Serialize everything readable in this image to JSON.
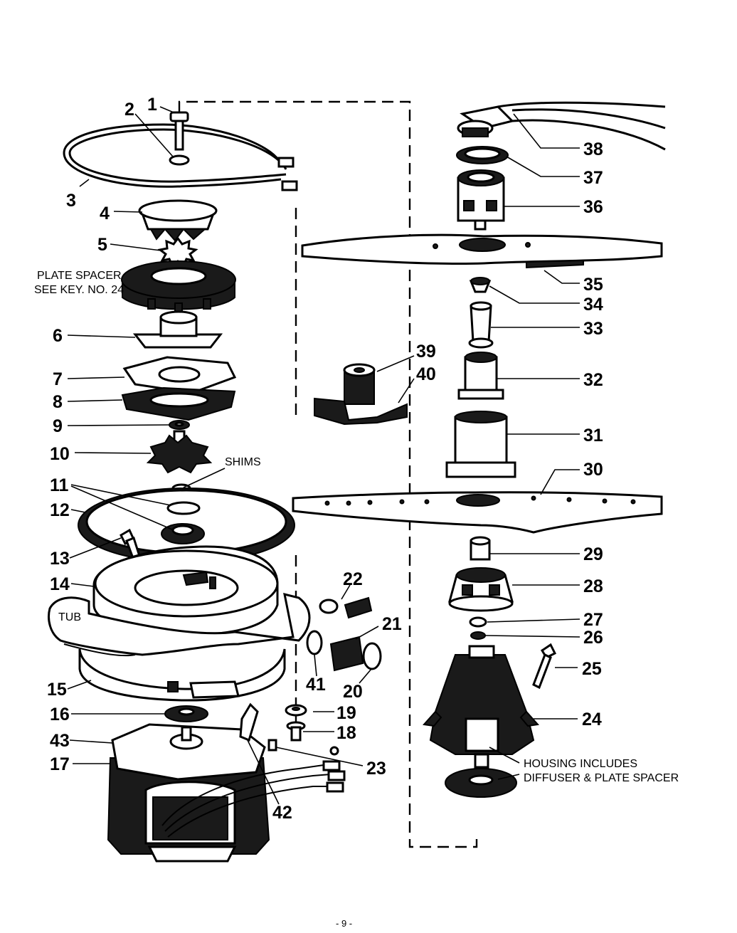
{
  "callouts": {
    "c1": "1",
    "c2": "2",
    "c3": "3",
    "c4": "4",
    "c5": "5",
    "c6": "6",
    "c7": "7",
    "c8": "8",
    "c9": "9",
    "c10": "10",
    "c11": "11",
    "c12": "12",
    "c13": "13",
    "c14": "14",
    "c15": "15",
    "c16": "16",
    "c17": "17",
    "c18": "18",
    "c19": "19",
    "c20": "20",
    "c21": "21",
    "c22": "22",
    "c23": "23",
    "c24": "24",
    "c25": "25",
    "c26": "26",
    "c27": "27",
    "c28": "28",
    "c29": "29",
    "c30": "30",
    "c31": "31",
    "c32": "32",
    "c33": "33",
    "c34": "34",
    "c35": "35",
    "c36": "36",
    "c37": "37",
    "c38": "38",
    "c39": "39",
    "c40": "40",
    "c41": "41",
    "c42": "42",
    "c43": "43"
  },
  "notes": {
    "plate_spacer_line1": "PLATE SPACER",
    "plate_spacer_line2": "SEE KEY. NO. 24",
    "shims": "SHIMS",
    "tub": "TUB",
    "housing_line1": "HOUSING INCLUDES",
    "housing_line2": "DIFFUSER & PLATE SPACER"
  },
  "page_number": "- 9 -"
}
